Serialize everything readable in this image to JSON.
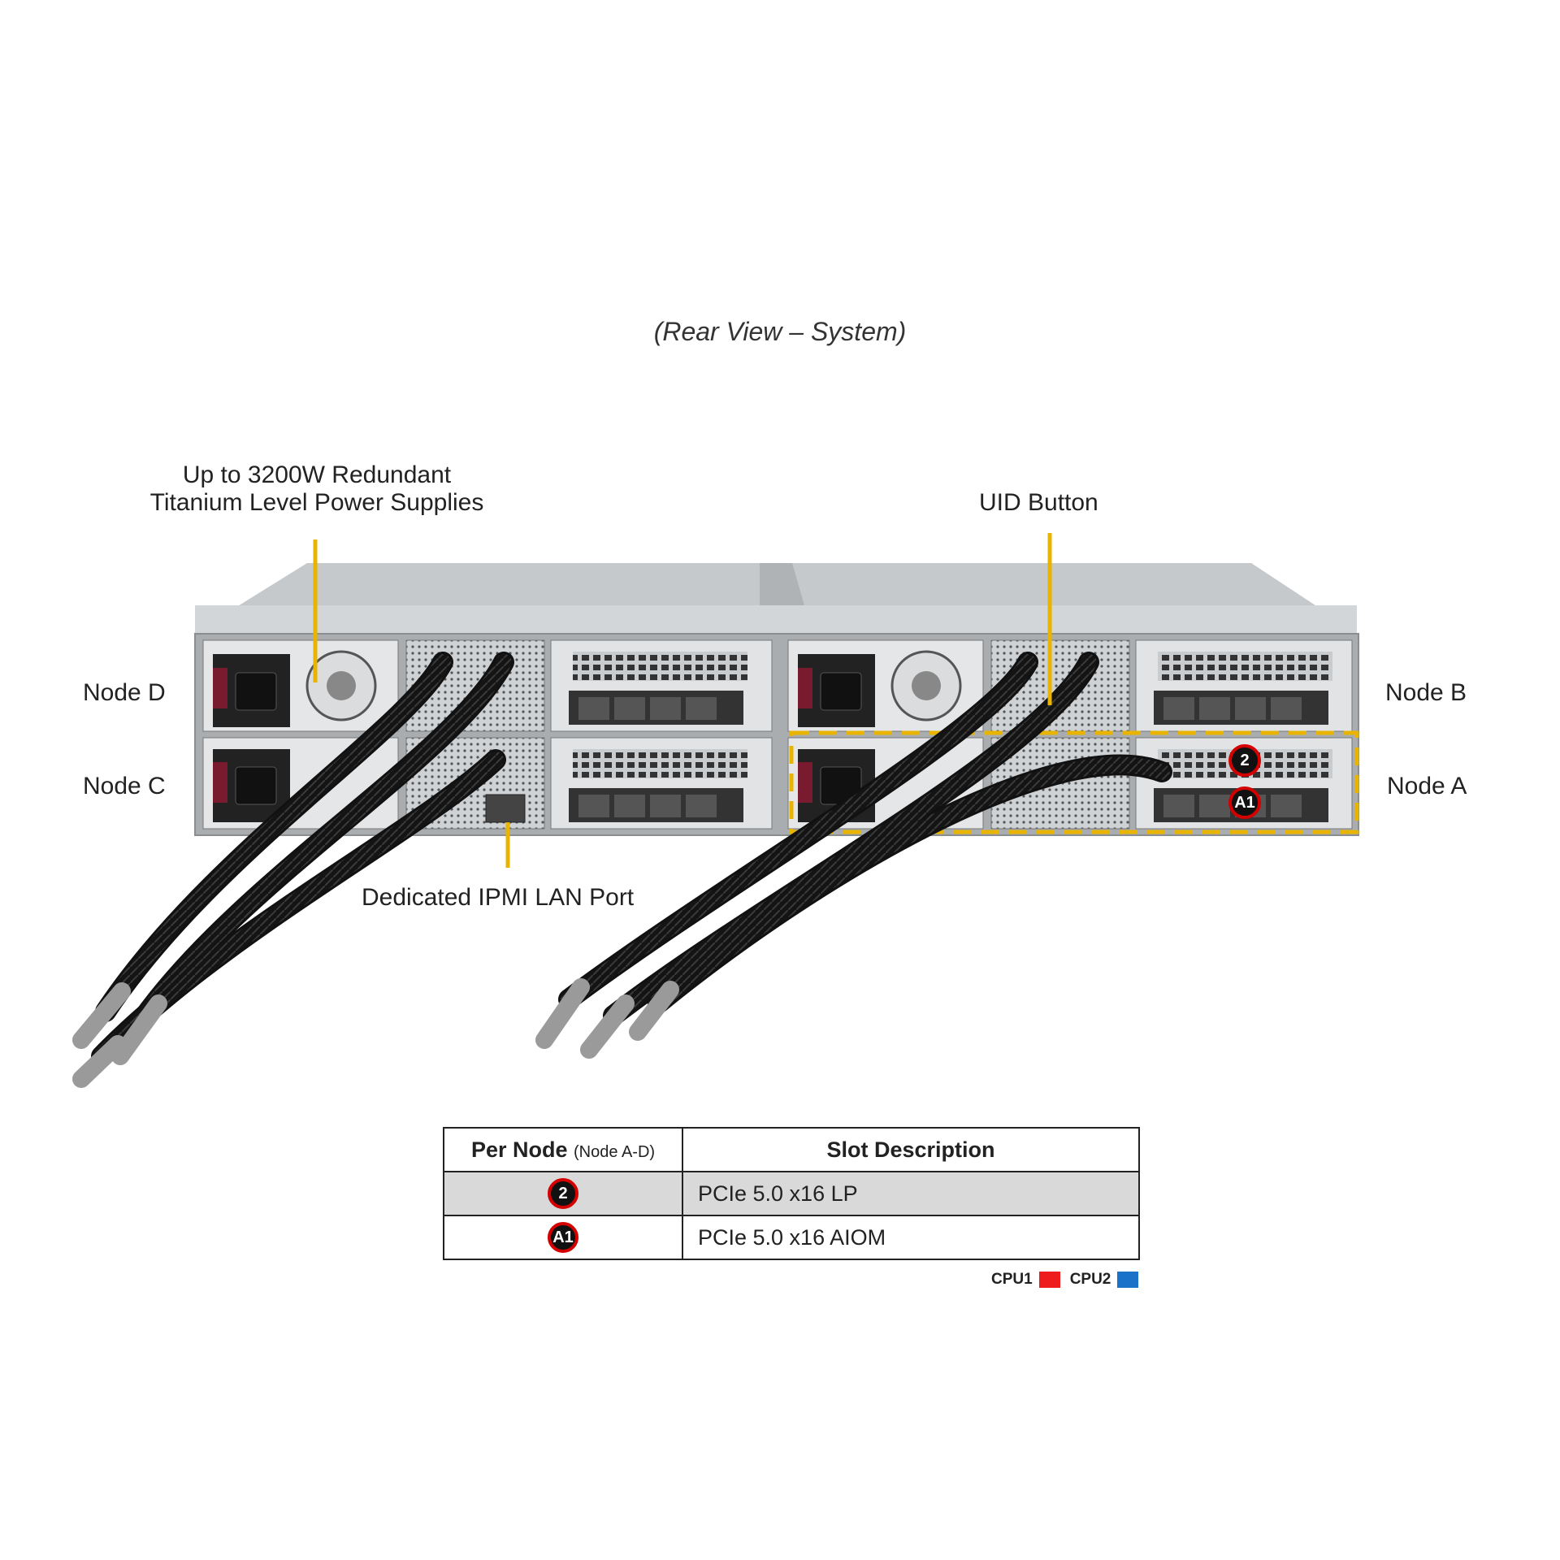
{
  "caption": "(Rear View – System)",
  "callouts": {
    "psu_line1": "Up to 3200W Redundant",
    "psu_line2": "Titanium Level Power Supplies",
    "uid": "UID Button",
    "ipmi": "Dedicated IPMI LAN Port"
  },
  "nodes": {
    "d": "Node D",
    "c": "Node C",
    "b": "Node B",
    "a": "Node A"
  },
  "slot_badges": {
    "slot2": "2",
    "slotA1": "A1"
  },
  "table": {
    "header_col1": "Per Node",
    "header_col1_note": "(Node A-D)",
    "header_col2": "Slot Description",
    "rows": [
      {
        "badge": "2",
        "description": "PCIe 5.0 x16 LP"
      },
      {
        "badge": "A1",
        "description": "PCIe 5.0 x16 AIOM"
      }
    ]
  },
  "legend": {
    "cpu1_label": "CPU1",
    "cpu1_color": "#ee1c1c",
    "cpu2_label": "CPU2",
    "cpu2_color": "#1a73c9"
  },
  "colors": {
    "callout": "#e8b400",
    "chassis": "#b9bdc0",
    "badge_ring": "#d40000"
  }
}
